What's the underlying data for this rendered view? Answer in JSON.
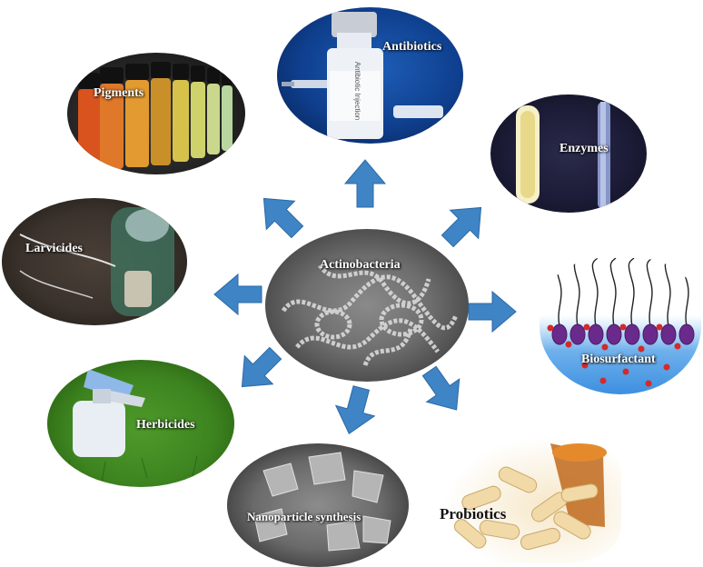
{
  "center": {
    "label": "Actinobacteria"
  },
  "applications": [
    {
      "id": "antibiotics",
      "label": "Antibiotics"
    },
    {
      "id": "enzymes",
      "label": "Enzymes"
    },
    {
      "id": "biosurfactant",
      "label": "Biosurfactant"
    },
    {
      "id": "probiotics",
      "label": "Probiotics"
    },
    {
      "id": "nanoparticle",
      "label": "Nanoparticle synthesis"
    },
    {
      "id": "herbicides",
      "label": "Herbicides"
    },
    {
      "id": "larvicides",
      "label": "Larvicides"
    },
    {
      "id": "pigments",
      "label": "Pigments"
    }
  ],
  "vial_text": "Antibiotic Injection",
  "colors": {
    "arrow": "#3f84c4",
    "arrow_edge": "#2b6aa6"
  }
}
